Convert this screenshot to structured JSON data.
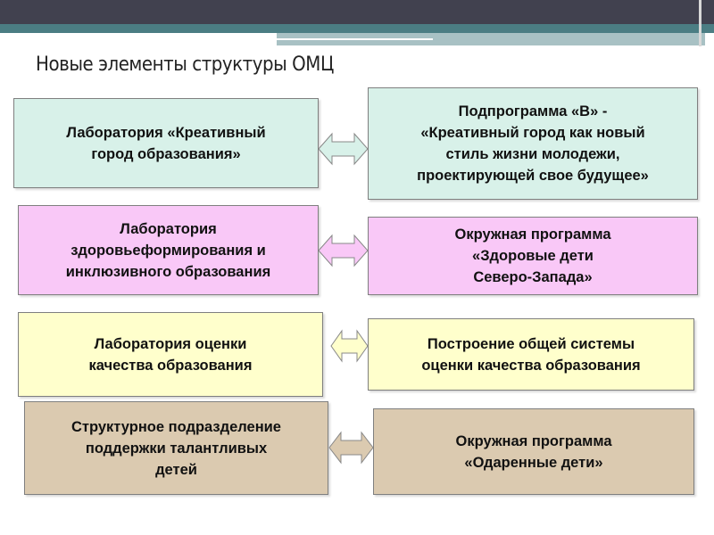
{
  "title": "Новые элементы структуры ОМЦ",
  "rows": [
    {
      "left": "Лаборатория «Креативный\nгород образования»",
      "right": "Подпрограмма «В» -\n«Креативный город как новый\nстиль жизни молодежи,\nпроектирующей свое будущее»",
      "color": "#d8f1e9"
    },
    {
      "left": "Лаборатория\nздоровьеформирования и\nинклюзивного образования",
      "right": "Окружная программа\n«Здоровые дети\nСеверо-Запада»",
      "color": "#f9c8f7"
    },
    {
      "left": "Лаборатория оценки\nкачества образования",
      "right": "Построение общей системы\nоценки качества образования",
      "color": "#ffffcc"
    },
    {
      "left": "Структурное подразделение\nподдержки талантливых\nдетей",
      "right": "Окружная программа\n«Одаренные дети»",
      "color": "#dbcab0"
    }
  ]
}
